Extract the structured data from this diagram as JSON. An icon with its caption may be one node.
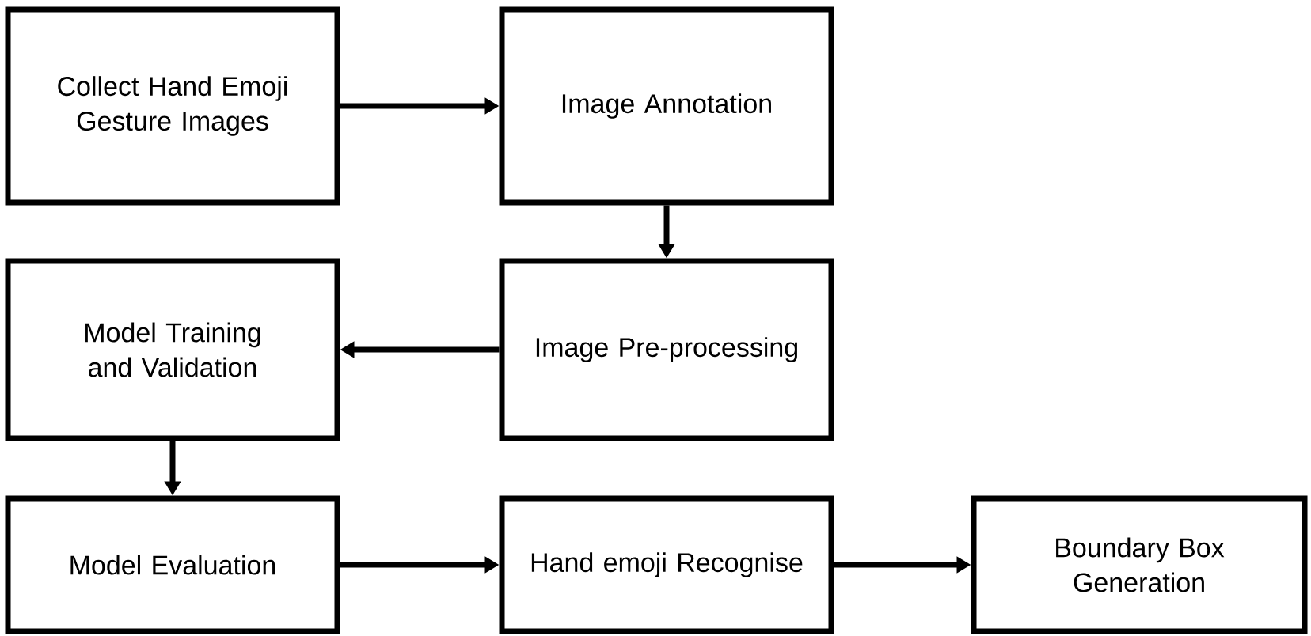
{
  "diagram": {
    "nodes": [
      {
        "text": [
          "Collect Hand Emoji Gesture Images"
        ]
      },
      {
        "text": [
          "Image Annotation"
        ]
      },
      {
        "text": [
          "Image Pre-processing"
        ]
      },
      {
        "text": [
          "Model Training and Validation"
        ]
      },
      {
        "text": [
          "Model Evaluation"
        ]
      },
      {
        "text": [
          "Hand emoji Recognise"
        ]
      },
      {
        "text": [
          "Boundary Box Generation"
        ]
      }
    ],
    "edges": [
      {
        "from": 0,
        "to": 1,
        "arrow": "to"
      },
      {
        "from": 1,
        "to": 2,
        "arrow": "to"
      },
      {
        "from": 2,
        "to": 3,
        "arrow": "to"
      },
      {
        "from": 3,
        "to": 4,
        "arrow": "to"
      },
      {
        "from": 4,
        "to": 5,
        "arrow": "to"
      },
      {
        "from": 5,
        "to": 6,
        "arrow": "to"
      }
    ]
  }
}
